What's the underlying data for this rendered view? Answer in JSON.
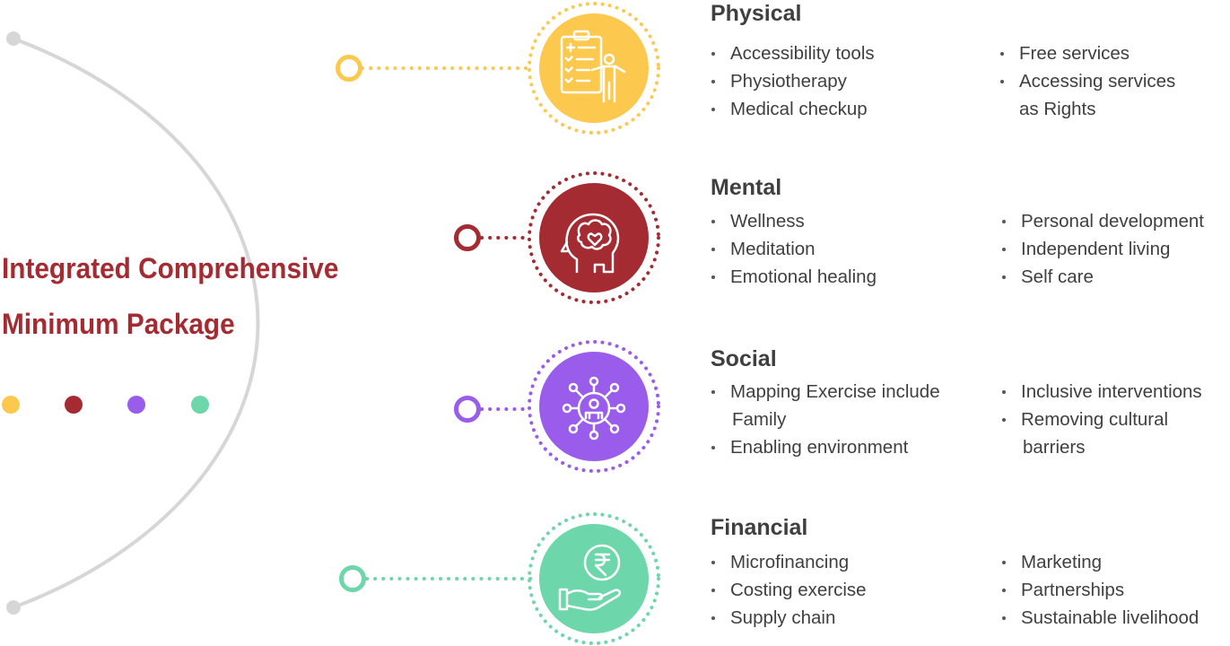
{
  "title": {
    "line1": "Integrated Comprehensive",
    "line2": "Minimum Package"
  },
  "colors": {
    "physical": "#fcc94e",
    "mental": "#a42b31",
    "social": "#9a5cea",
    "financial": "#6dd6aa",
    "ring": "#d6d6d6"
  },
  "sections": [
    {
      "key": "physical",
      "name": "Physical",
      "icon": "clipboard-person-icon",
      "left": [
        "Accessibility tools",
        "Physiotherapy",
        "Medical checkup"
      ],
      "right": [
        "Free services",
        "Accessing services",
        "as Rights"
      ]
    },
    {
      "key": "mental",
      "name": "Mental",
      "icon": "head-brain-heart-icon",
      "left": [
        "Wellness",
        "Meditation",
        "Emotional healing"
      ],
      "right": [
        "Personal development",
        "Independent living",
        "Self care"
      ]
    },
    {
      "key": "social",
      "name": "Social",
      "icon": "social-network-person-icon",
      "left": [
        "Mapping Exercise include",
        "Family",
        "Enabling environment"
      ],
      "right": [
        "Inclusive interventions",
        "Removing cultural",
        "barriers"
      ]
    },
    {
      "key": "financial",
      "name": "Financial",
      "icon": "rupee-hand-icon",
      "left": [
        "Microfinancing",
        "Costing exercise",
        "Supply chain"
      ],
      "right": [
        "Marketing",
        "Partnerships",
        "Sustainable livelihood"
      ]
    }
  ]
}
